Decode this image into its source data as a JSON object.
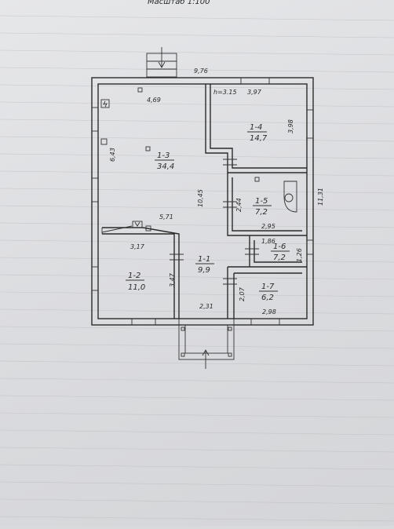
{
  "header": {
    "scale": "Масштаб 1:100"
  },
  "rooms": [
    {
      "id": "1-1",
      "area": "9,9"
    },
    {
      "id": "1-2",
      "area": "11,0"
    },
    {
      "id": "1-3",
      "area": "34,4"
    },
    {
      "id": "1-4",
      "area": "14,7"
    },
    {
      "id": "1-5",
      "area": "7,2"
    },
    {
      "id": "1-6",
      "area": "7,2"
    },
    {
      "id": "1-7",
      "area": "6,2"
    }
  ],
  "dimensions": {
    "overall_width": "9,76",
    "overall_height": "11,31",
    "room13_top": "4,69",
    "room13_left": "6,43",
    "room13_mid": "5,71",
    "room13_side": "10,45",
    "ceiling_height": "h=3.15",
    "room14_top": "3,97",
    "room14_side": "3,98",
    "room15_side": "2,44",
    "room15_bottom": "2,95",
    "room16_top": "1,86",
    "room16_side": "1,26",
    "room17_side": "2,07",
    "room17_bottom": "2,98",
    "room12_top": "3,17",
    "room12_side": "3,47",
    "entrance_width": "2,31"
  }
}
